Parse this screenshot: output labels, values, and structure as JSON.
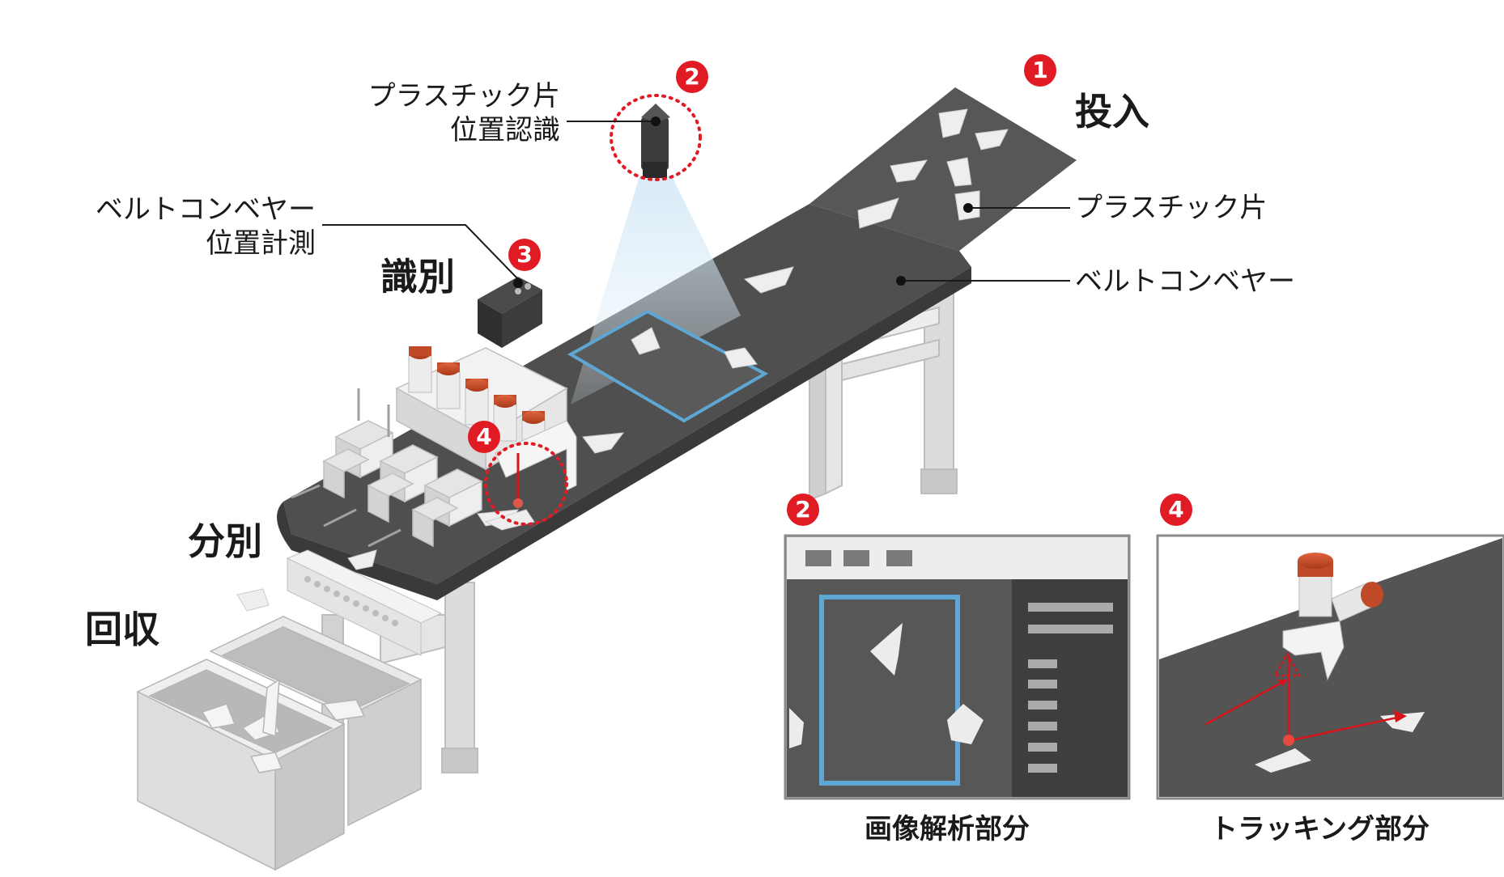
{
  "steps": {
    "input": {
      "number": "1",
      "label": "投入"
    },
    "recognition": {
      "number": "2",
      "label_line1": "プラスチック片",
      "label_line2": "位置認識"
    },
    "identification": {
      "number": "3",
      "label": "識別",
      "label_line1": "ベルトコンベヤー",
      "label_line2": "位置計測"
    },
    "sorting": {
      "number": "4",
      "label": "分別"
    },
    "collection": {
      "label": "回収"
    }
  },
  "callouts": {
    "plastic_piece": "プラスチック片",
    "belt_conveyor": "ベルトコンベヤー"
  },
  "insets": {
    "image_analysis": {
      "number": "2",
      "caption": "画像解析部分"
    },
    "tracking": {
      "number": "4",
      "caption": "トラッキング部分"
    }
  },
  "colors": {
    "badge_red": "#e01b24",
    "belt_dark": "#4a4a4a",
    "frame_blue": "#5ea6d3",
    "laser_red": "#d7141a",
    "structure_grey": "#d9d9d9"
  }
}
